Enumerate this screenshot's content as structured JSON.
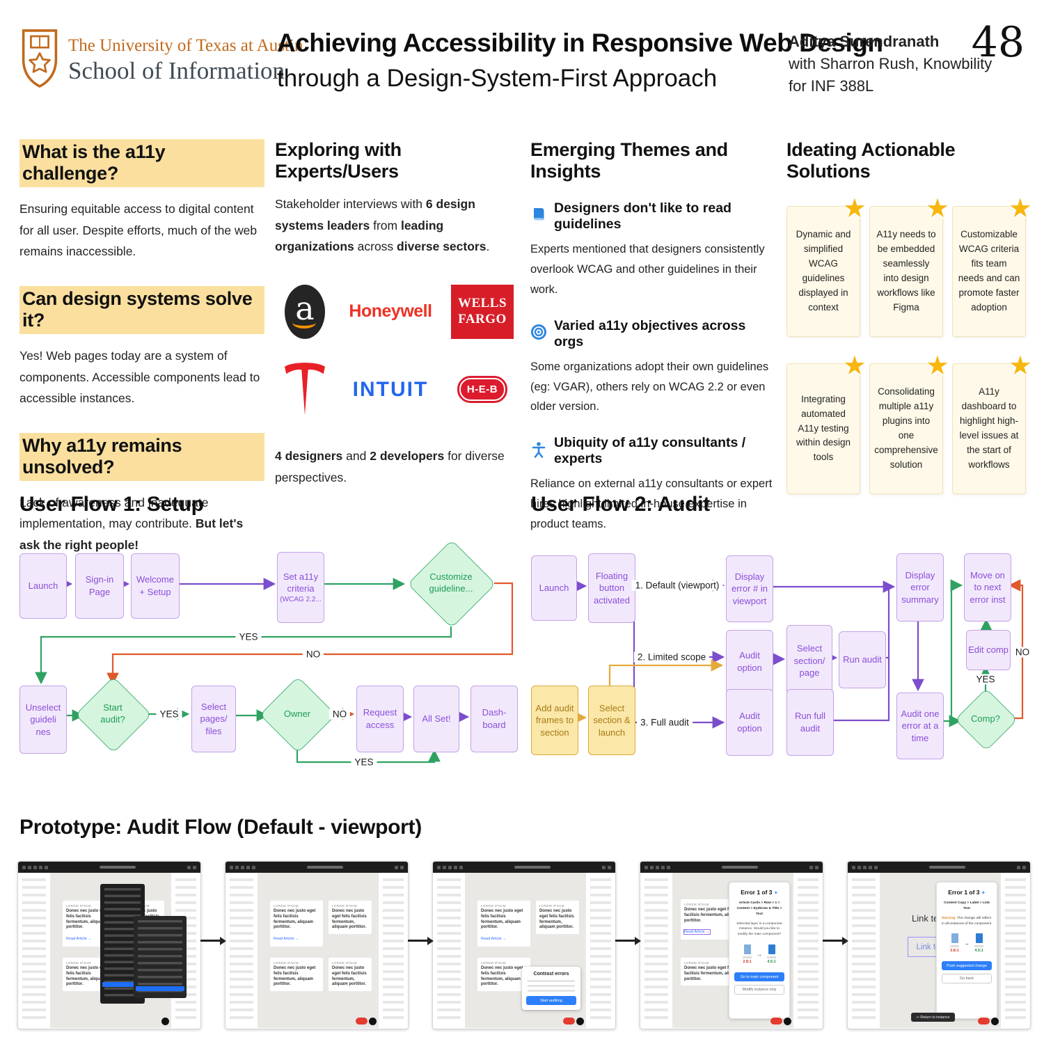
{
  "header": {
    "school_line1": "The University of Texas at Austin",
    "school_line2": "School of Information",
    "title_line1": "Achieving Accessibility in Responsive Web Design",
    "title_line2": "through a Design-System-First Approach",
    "author_name": "Aditya Surendranath",
    "author_with": "with Sharron Rush, Knowbility",
    "author_course": "for INF 388L",
    "page_number": "48"
  },
  "col1": {
    "h1": "What is the a11y challenge?",
    "p1": "Ensuring equitable access to digital content for all user. Despite efforts, much of the web remains inaccessible.",
    "h2": "Can design systems solve it?",
    "p2": "Yes! Web pages today are a system of components. Accessible components lead to accessible instances.",
    "h3": "Why a11y remains unsolved?",
    "p3a": "Lack of awareness and inadequate implementation, may contribute. ",
    "p3b": "But let's ask the right people!"
  },
  "col2": {
    "heading": "Exploring with Experts/Users",
    "intro_1": "Stakeholder interviews with ",
    "intro_2": "6 design systems leaders",
    "intro_3": " from ",
    "intro_4": "leading organizations",
    "intro_5": " across ",
    "intro_6": "diverse sectors",
    "intro_7": ".",
    "logos": {
      "amazon_letter": "a",
      "honeywell": "Honeywell",
      "wellsfargo_line1": "WELLS",
      "wellsfargo_line2": "FARGO",
      "intuit": "INTUIT",
      "heb": "H-E-B"
    },
    "outro_1": "4 designers",
    "outro_2": " and ",
    "outro_3": "2 developers",
    "outro_4": " for diverse perspectives."
  },
  "col3": {
    "heading": "Emerging Themes and Insights",
    "themes": [
      {
        "title": "Designers don't like to read guidelines",
        "body": "Experts mentioned that designers consistently overlook WCAG and other guidelines in their work."
      },
      {
        "title": "Varied a11y objectives across orgs",
        "body": "Some organizations adopt their own guidelines (eg: VGAR), others rely on WCAG 2.2 or even older version."
      },
      {
        "title": "Ubiquity of a11y consultants / experts",
        "body": "Reliance on external a11y consultants or expert hires highlight limited in-house expertise in product teams."
      }
    ]
  },
  "col4": {
    "heading": "Ideating Actionable Solutions",
    "cards": [
      "Dynamic and simplified WCAG guidelines displayed in context",
      "A11y needs to be embedded seamlessly into design workflows like Figma",
      "Customizable WCAG criteria fits team needs and can promote faster adoption",
      "Integrating automated A11y testing within design tools",
      "Consolidating multiple a11y plugins into one comprehensive solution",
      "A11y dashboard to highlight high-level issues at the start of workflows"
    ]
  },
  "labels": {
    "yes": "YES",
    "no": "NO"
  },
  "flow1": {
    "title": "User Flow 1: Setup",
    "nodes": {
      "launch": "Launch",
      "signin": "Sign-in\nPage",
      "welcome": "Welcome\n+ Setup",
      "criteria": "Set a11y\ncriteria",
      "criteria_sub": "(WCAG 2.2...",
      "customize": "Customize\nguideline...",
      "unselect": "Unselect\nguideli\nnes",
      "start_audit": "Start\naudit?",
      "select_pages": "Select\npages/\nfiles",
      "owner": "Owner",
      "request": "Request\naccess",
      "allset": "All Set!",
      "dashboard": "Dash-\nboard"
    }
  },
  "flow2": {
    "title": "User Flow 2: Audit",
    "branch1": "1. Default (viewport)",
    "branch2": "2. Limited scope",
    "branch3": "3. Full audit",
    "nodes": {
      "launch": "Launch",
      "floating": "Floating\nbutton\nactivated",
      "display_num": "Display\nerror # in\nviewport",
      "audit_option1": "Audit\noption",
      "select_section": "Select\nsection/\npage",
      "run_audit": "Run audit",
      "display_summary": "Display\nerror\nsummary",
      "move_on": "Move on\nto next\nerror inst",
      "edit_comp": "Edit comp",
      "add_frames": "Add audit\nframes to\nsection",
      "select_launch": "Select\nsection &\nlaunch",
      "audit_option2": "Audit\noption",
      "run_full": "Run full\naudit",
      "audit_one": "Audit one\nerror at a\ntime",
      "comp": "Comp?"
    }
  },
  "prototype": {
    "heading": "Prototype: Audit Flow  (Default - viewport)",
    "card": {
      "eyebrow": "LOREM IPSUM",
      "body": "Donec nec justo eget felis facilisis fermentum, aliquam porttitor.",
      "link": "Read Article →"
    },
    "modal": {
      "title": "Contrast errors",
      "button": "Start auditing"
    },
    "panel4": {
      "title": "Error 1 of 3",
      "breadcrumb": "Article Cards > Row > 1 > Content > Eyebrow & Title > Text",
      "body": "Selected layer is a component instance. Would you like to modify the main component?",
      "ratio_before": "2.8:1",
      "ratio_after": "4.5:1",
      "primary": "Go to main component",
      "secondary": "Modify instance only"
    },
    "panel5": {
      "title": "Error 1 of 3",
      "breadcrumb": "Content Copy > Label > Link Text",
      "warning_label": "Warning:",
      "warning_body": " The change will reflect in all instances of the component",
      "ratio_before": "2.8:1",
      "ratio_after": "4.5:1",
      "primary": "Push suggested change",
      "secondary": "Go back"
    },
    "link_heading": "Link text",
    "link_button": "Link text",
    "return_pill": "↩  Return to instance"
  }
}
